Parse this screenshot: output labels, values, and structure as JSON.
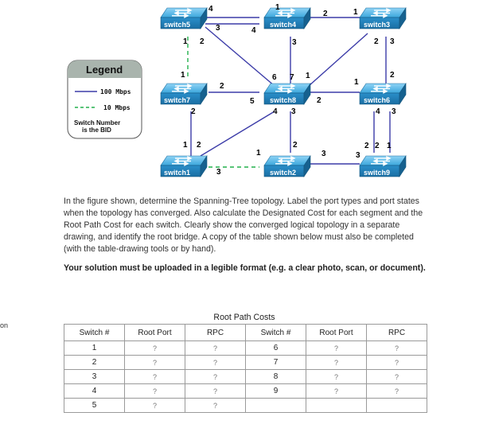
{
  "switches": [
    {
      "name": "switch5",
      "label": "switch5"
    },
    {
      "name": "switch4",
      "label": "switch4"
    },
    {
      "name": "switch3",
      "label": "switch3"
    },
    {
      "name": "switch7",
      "label": "switch7"
    },
    {
      "name": "switch8",
      "label": "switch8"
    },
    {
      "name": "switch6",
      "label": "switch6"
    },
    {
      "name": "switch1",
      "label": "switch1"
    },
    {
      "name": "switch2",
      "label": "switch2"
    },
    {
      "name": "switch9",
      "label": "switch9"
    }
  ],
  "ports": [
    "4",
    "1",
    "2",
    "1",
    "3",
    "4",
    "3",
    "1",
    "2",
    "2",
    "3",
    "1",
    "2",
    "6",
    "7",
    "1",
    "1",
    "2",
    "2",
    "5",
    "2",
    "4",
    "3",
    "4",
    "3",
    "2",
    "2",
    "1",
    "2",
    "3",
    "3",
    "3",
    "1",
    "2",
    "1"
  ],
  "legend": {
    "title": "Legend",
    "line1": "100 Mbps",
    "line2": "10 Mbps",
    "note_line1": "Switch Number",
    "note_line2": "is the BID"
  },
  "side_text": "on",
  "question": {
    "paragraph": "In the figure shown, determine the Spanning-Tree topology. Label the port types and port states when the topology has converged. Also calculate the Designated Cost for each segment and the Root Path Cost for each switch. Clearly show the converged logical topology in a separate drawing, and identify the root bridge. A copy of the table shown below must also be completed (with the table-drawing tools or by hand).",
    "instruction": "Your solution must be uploaded in a legible format (e.g. a clear photo, scan, or document)."
  },
  "table": {
    "caption": "Root Path Costs",
    "headers": [
      "Switch #",
      "Root Port",
      "RPC",
      "Switch #",
      "Root Port",
      "RPC"
    ],
    "rows": [
      [
        "1",
        "?",
        "?",
        "6",
        "?",
        "?"
      ],
      [
        "2",
        "?",
        "?",
        "7",
        "?",
        "?"
      ],
      [
        "3",
        "?",
        "?",
        "8",
        "?",
        "?"
      ],
      [
        "4",
        "?",
        "?",
        "9",
        "?",
        "?"
      ],
      [
        "5",
        "?",
        "?",
        "",
        "",
        ""
      ]
    ]
  },
  "colors": {
    "link_100": "#3b3ba8",
    "link_10": "#22b14c",
    "switch_blue": "#2d9fd9"
  }
}
